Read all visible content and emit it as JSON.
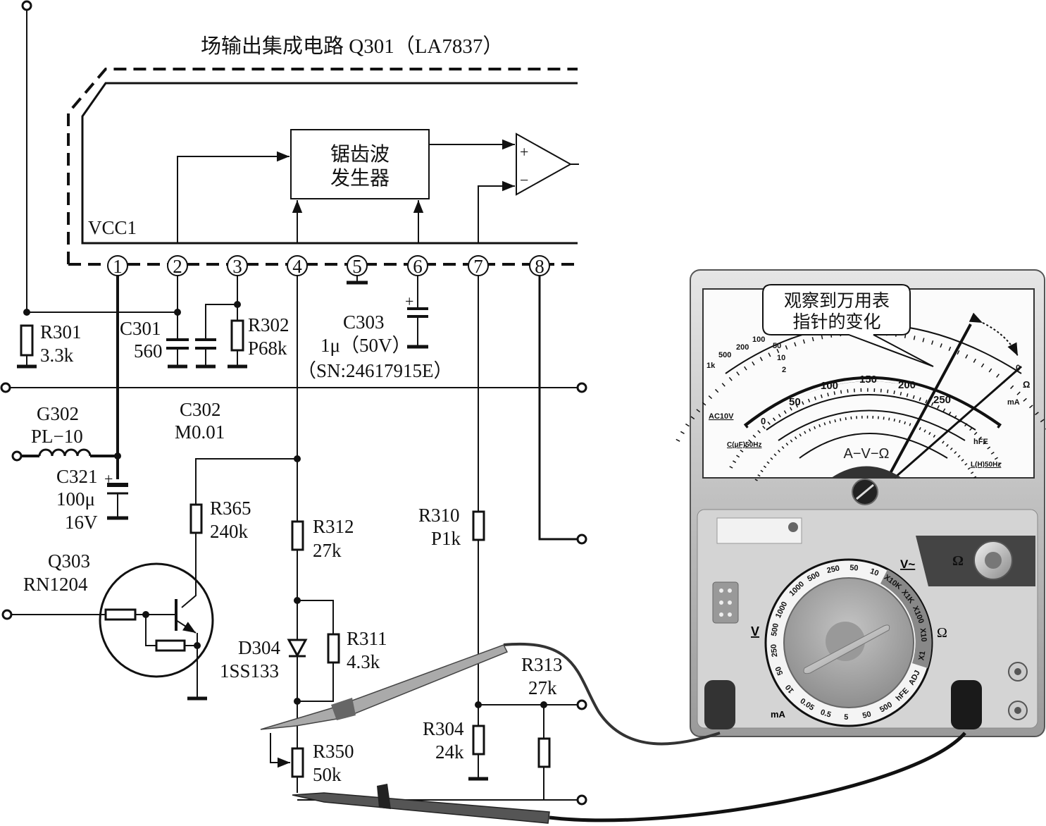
{
  "title": "场输出集成电路 Q301（LA7837）",
  "ic": {
    "vcc_label": "VCC1",
    "block_line1": "锯齿波",
    "block_line2": "发生器",
    "opamp_plus": "+",
    "opamp_minus": "−",
    "pins": [
      "1",
      "2",
      "3",
      "4",
      "5",
      "6",
      "7",
      "8"
    ]
  },
  "components": {
    "r301": {
      "name": "R301",
      "value": "3.3k"
    },
    "c301": {
      "name": "C301",
      "value": "560"
    },
    "r302": {
      "name": "R302",
      "value": "P68k"
    },
    "c303": {
      "name": "C303",
      "value": "1μ（50V）",
      "sn": "（SN:24617915E）"
    },
    "g302": {
      "name": "G302",
      "value": "PL−10"
    },
    "c302": {
      "name": "C302",
      "value": "M0.01"
    },
    "c321": {
      "name": "C321",
      "value": "100μ",
      "voltage": "16V"
    },
    "r365": {
      "name": "R365",
      "value": "240k"
    },
    "r312": {
      "name": "R312",
      "value": "27k"
    },
    "r310": {
      "name": "R310",
      "value": "P1k"
    },
    "q303": {
      "name": "Q303",
      "value": "RN1204"
    },
    "d304": {
      "name": "D304",
      "value": "1SS133"
    },
    "r311": {
      "name": "R311",
      "value": "4.3k"
    },
    "r313": {
      "name": "R313",
      "value": "27k"
    },
    "r304": {
      "name": "R304",
      "value": "24k"
    },
    "r350": {
      "name": "R350",
      "value": "50k"
    },
    "plus_sign": "+"
  },
  "multimeter": {
    "callout_line1": "观察到万用表",
    "callout_line2": "指针的变化",
    "scale": {
      "dcv_ticks": [
        "0",
        "50",
        "100",
        "150",
        "200",
        "250"
      ],
      "ohm_ticks": [
        "1k",
        "500",
        "200",
        "100",
        "50",
        "10",
        "2",
        "0"
      ],
      "ac10v": "AC10V",
      "cap_label": "C(μF)50Hz",
      "ind_label": "L(H)50Hz",
      "hfe": "hFE",
      "avo": "A−V−Ω",
      "ma": "mA",
      "ohm": "Ω"
    },
    "dial": {
      "acv_label": "V~",
      "acv": [
        "1000",
        "500",
        "250",
        "50",
        "10"
      ],
      "ohm_label": "Ω",
      "ohm": [
        "X10K",
        "X1K",
        "X100",
        "X10",
        "X1"
      ],
      "hfe": [
        "ADJ",
        "hFE"
      ],
      "ma_label": "mA",
      "ma": [
        "500",
        "50",
        "5",
        "0.5",
        "0.05"
      ],
      "dcv_label": "V",
      "dcv": [
        "10",
        "50",
        "250",
        "500",
        "1000"
      ]
    },
    "zero_adjust_label": "Ω",
    "colors": {
      "body": "#b8b8b8",
      "panel": "#d9d9d9",
      "dial": "#a9a9a9"
    }
  }
}
